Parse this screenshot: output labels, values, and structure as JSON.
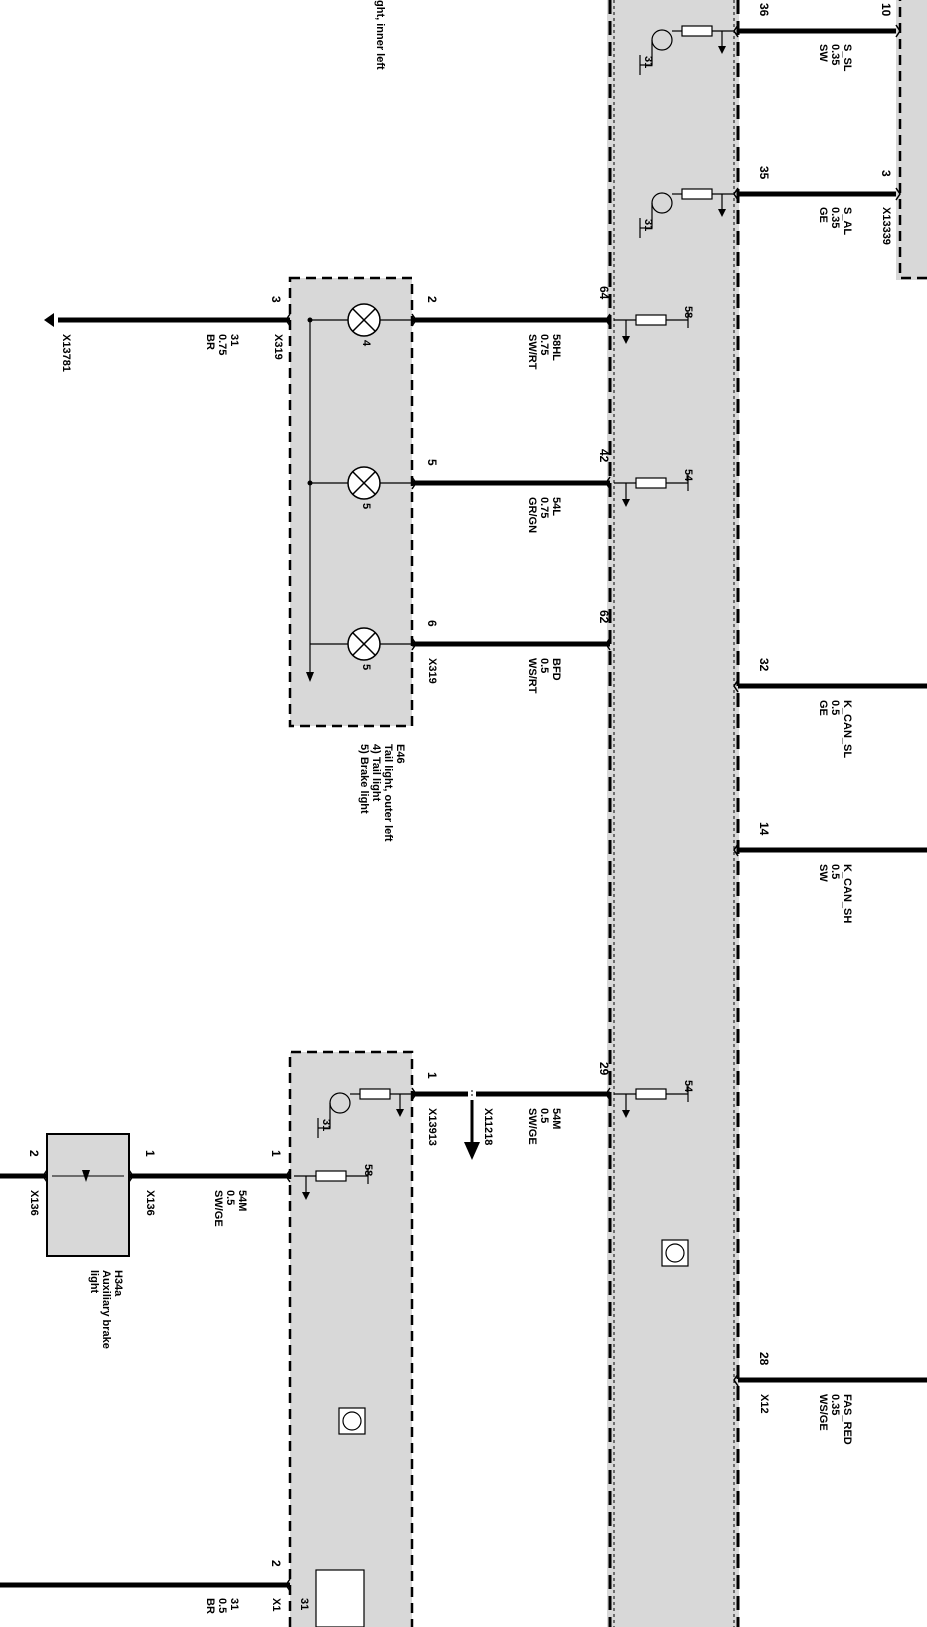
{
  "modules": {
    "inner_left": {
      "partial_caption": "ght, inner left"
    },
    "outer_left": {
      "id": "E46",
      "name": "Tail light, outer left",
      "item4": "4) Tail light",
      "item5": "5) Brake light",
      "connector": "X319",
      "bulb_labels": [
        "4",
        "5",
        "5"
      ]
    },
    "aux_brake": {
      "id": "H34a",
      "name": "Auxiliary brake",
      "name2": "light",
      "connector": "X136"
    }
  },
  "wires": {
    "s_sl": {
      "pin": "36",
      "pin_right": "10",
      "signal": "S_SL",
      "size": "0.35",
      "color": "SW"
    },
    "s_al": {
      "pin": "35",
      "pin_right": "3",
      "signal": "S_AL",
      "size": "0.35",
      "color": "GE",
      "connector": "X13339"
    },
    "w58hl": {
      "pin_left": "2",
      "pin_right": "64",
      "signal": "58HL",
      "size": "0.75",
      "color": "SW/RT",
      "terminal": "58"
    },
    "w54l": {
      "pin_left": "5",
      "pin_right": "42",
      "signal": "54L",
      "size": "0.75",
      "color": "GR/GN",
      "terminal": "54"
    },
    "bfd": {
      "pin_left": "6",
      "pin_right": "62",
      "signal": "BFD",
      "size": "0.5",
      "color": "WS/RT"
    },
    "ground": {
      "pin": "3",
      "signal": "31",
      "size": "0.75",
      "color": "BR",
      "ground_point": "X13781"
    },
    "k_can_sl": {
      "pin": "32",
      "signal": "K_CAN_SL",
      "size": "0.5",
      "color": "GE"
    },
    "k_can_sh": {
      "pin": "14",
      "signal": "K_CAN_SH",
      "size": "0.5",
      "color": "SW"
    },
    "w54m_top": {
      "pin_left": "1",
      "pin_right": "29",
      "signal": "54M",
      "size": "0.5",
      "color": "SW/GE",
      "connector": "X13913",
      "splice": "X11218",
      "terminal": "54"
    },
    "w54m_low": {
      "pin_left": "1",
      "pin_right": "1",
      "signal": "54M",
      "size": "0.5",
      "color": "SW/GE",
      "terminal": "58"
    },
    "aux_pin2": {
      "pin": "2",
      "connector": "X136"
    },
    "fas_red": {
      "pin": "28",
      "signal": "FAS_RED",
      "size": "0.35",
      "color": "WS/GE",
      "connector": "X12"
    },
    "bottom": {
      "pin": "2",
      "signal": "31",
      "size": "0.5",
      "color": "BR",
      "connector": "X1",
      "pin31": "31"
    }
  },
  "transistor_ground_label": "31",
  "colors": {
    "module_fill": "#d8d8d8",
    "wire": "#000000"
  }
}
